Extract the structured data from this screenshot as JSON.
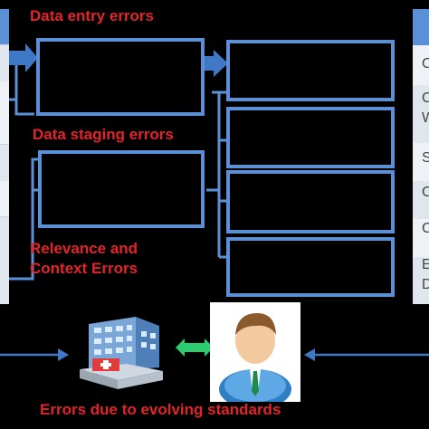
{
  "labels": {
    "data_entry": "Data entry errors",
    "data_staging": "Data staging errors",
    "relevance_line1": "Relevance and",
    "relevance_line2": "Context Errors",
    "evolving": "Errors due to evolving standards"
  },
  "right_table_fragments": [
    "C",
    "C",
    "W",
    "S",
    "C",
    "C",
    "E",
    "D"
  ],
  "icons": [
    "hospital-icon",
    "person-icon",
    "double-arrow-icon"
  ],
  "colors": {
    "background": "#000000",
    "box_border": "#5b8fd6",
    "label_red": "#e3242b",
    "arrow_blue": "#3f78c4",
    "double_arrow_green": "#2ecc71"
  }
}
